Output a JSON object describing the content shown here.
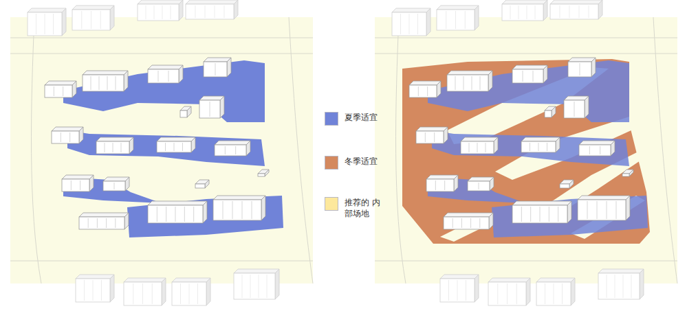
{
  "diagram": {
    "legend": [
      {
        "text": "夏季适宜",
        "color": "#7083d8"
      },
      {
        "text": "冬季适宜",
        "color": "#d4895f"
      },
      {
        "text": "推荐的 内部场地",
        "color": "#fde89c"
      }
    ]
  }
}
